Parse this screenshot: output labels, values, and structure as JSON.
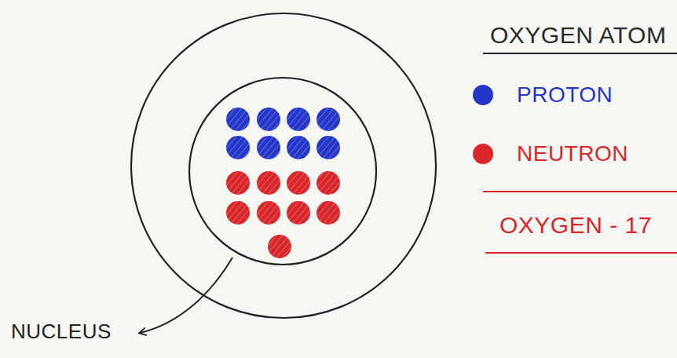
{
  "diagram": {
    "title": "OXYGEN ATOM",
    "labels": [
      "OXYGEN - 17",
      "NUCLEUS"
    ],
    "legend": [
      {
        "text": "PROTON",
        "color": "#2436c8"
      },
      {
        "text": "NEUTRON",
        "color": "#d8262a"
      }
    ]
  }
}
